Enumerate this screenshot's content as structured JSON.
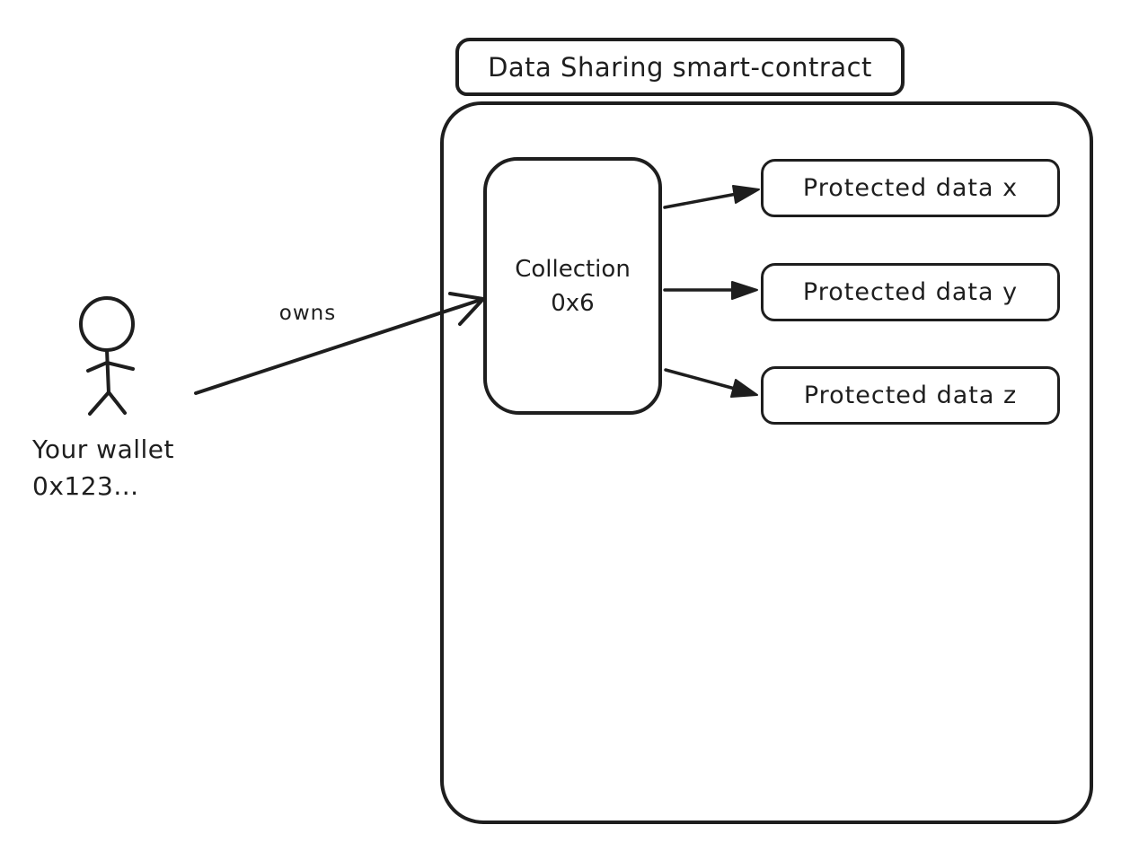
{
  "diagram": {
    "title": "Data Sharing smart-contract",
    "actor": {
      "name_line1": "Your wallet",
      "name_line2": "0x123..."
    },
    "edges": {
      "owns_label": "owns"
    },
    "collection": {
      "line1": "Collection",
      "line2": "0x6"
    },
    "protected_data": [
      {
        "label": "Protected data x"
      },
      {
        "label": "Protected data y"
      },
      {
        "label": "Protected data z"
      }
    ],
    "colors": {
      "stroke": "#1e1e1e",
      "background": "#ffffff",
      "box_fill": "#ffffff"
    }
  }
}
